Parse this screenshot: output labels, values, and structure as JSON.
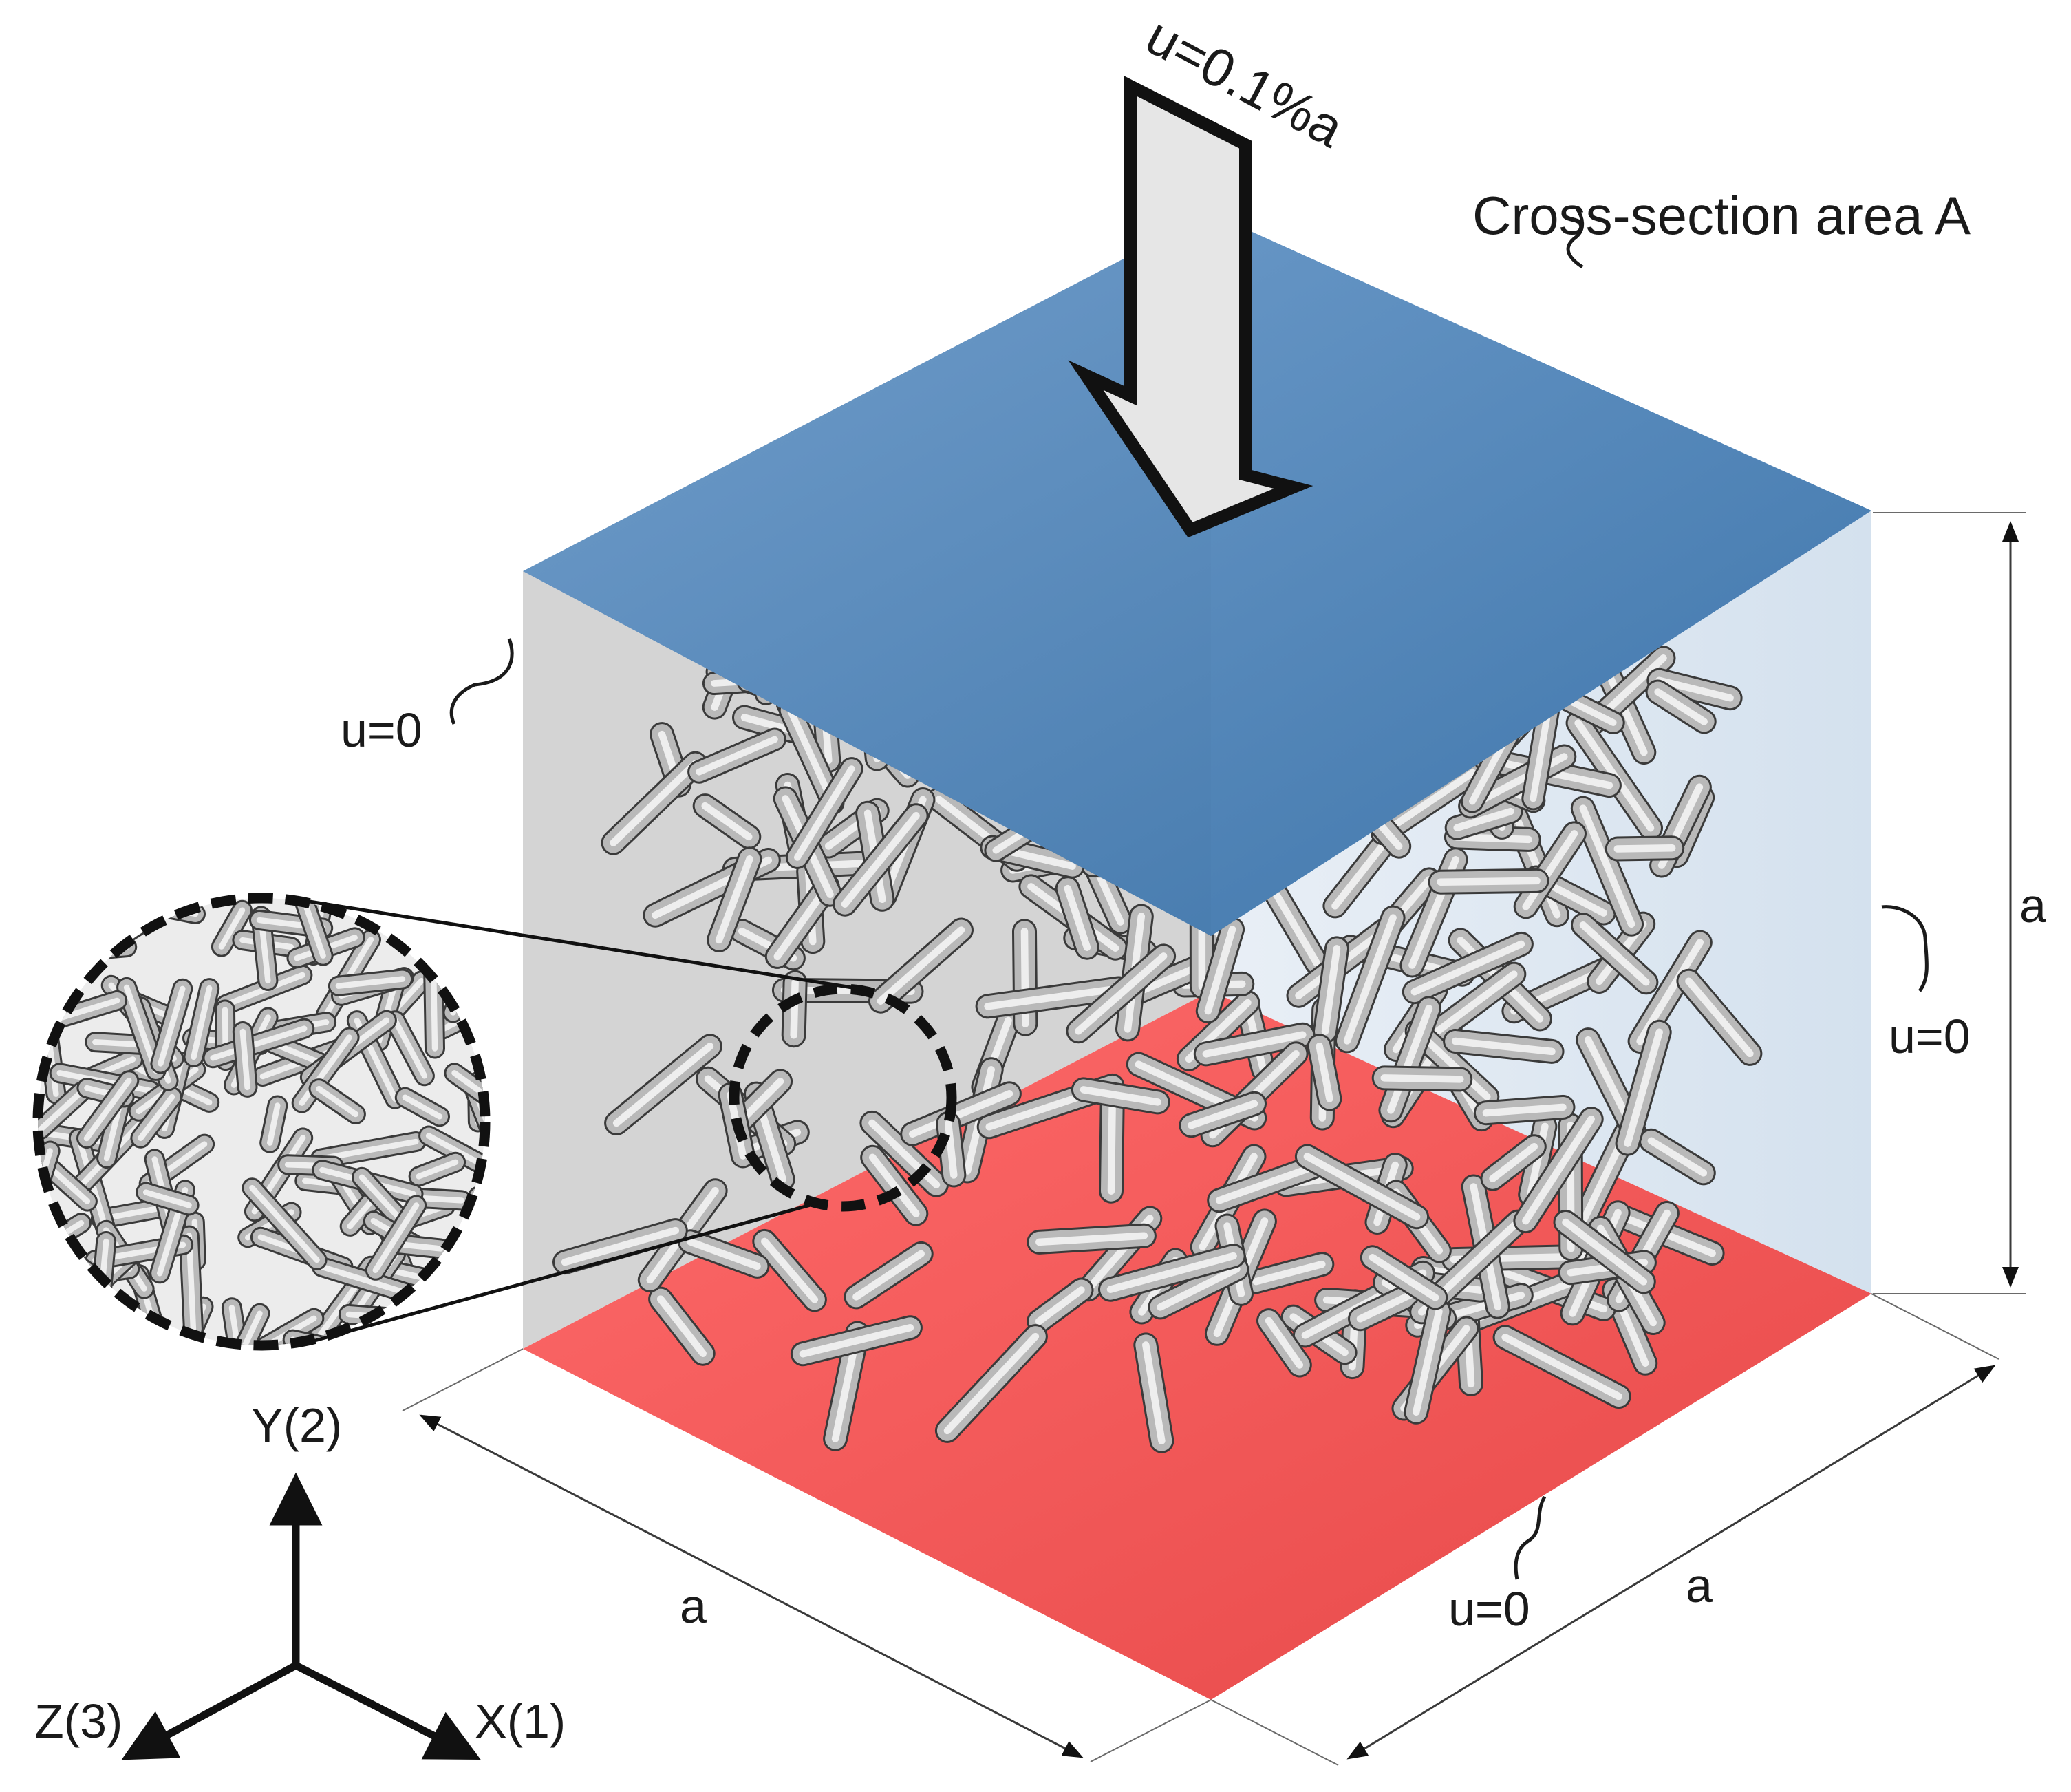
{
  "labels": {
    "load_displacement": "u=0.1%a",
    "cross_section": "Cross-section area A",
    "bc_back_left": "u=0",
    "bc_right": "u=0",
    "bc_bottom": "u=0",
    "dim_height": "a",
    "dim_left": "a",
    "dim_right": "a",
    "axis_y": "Y(2)",
    "axis_x": "X(1)",
    "axis_z": "Z(3)"
  },
  "colors": {
    "top_face": "#3f78ad",
    "bottom_face": "#ec4a4a",
    "left_face": "#d3d3d3",
    "right_face": "#dbe6f1",
    "arrow_fill": "#e6e6e6",
    "lattice": "#8c8c8c"
  },
  "icons": {
    "load_arrow": "down-arrow-icon",
    "axes": "coordinate-triad-icon",
    "zoom": "magnifier-circle-icon"
  }
}
